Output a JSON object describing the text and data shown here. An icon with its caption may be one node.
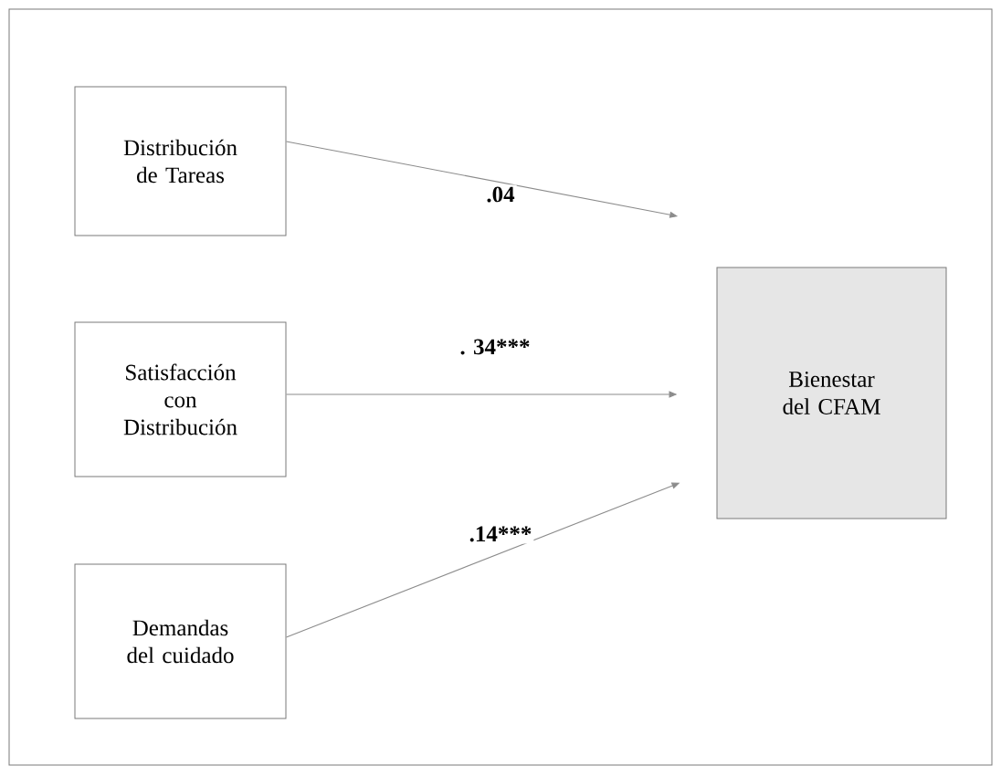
{
  "diagram": {
    "nodes": [
      {
        "text": [
          "Distribución de Tareas"
        ]
      },
      {
        "text": [
          "Satisfacción con Distribución"
        ]
      },
      {
        "text": [
          "Demandas del cuidado"
        ]
      },
      {
        "text": [
          "Bienestar del CFAM"
        ]
      }
    ],
    "edges": [
      {
        "from": 0,
        "to": 3,
        "arrow": "to",
        "label": ".04"
      },
      {
        "from": 1,
        "to": 3,
        "arrow": "to",
        "label": ". 34***"
      },
      {
        "from": 2,
        "to": 3,
        "arrow": "to",
        "label": ".14***"
      }
    ]
  }
}
